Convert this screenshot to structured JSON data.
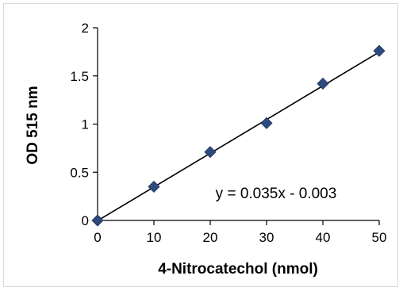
{
  "chart_data": {
    "type": "scatter",
    "title": "",
    "xlabel": "4-Nitrocatechol (nmol)",
    "ylabel": "OD 515 nm",
    "xlim": [
      0,
      50
    ],
    "ylim": [
      0,
      2
    ],
    "x_ticks": [
      "0",
      "10",
      "20",
      "30",
      "40",
      "50"
    ],
    "y_ticks": [
      "0",
      "0.5",
      "1",
      "1.5",
      "2"
    ],
    "grid": false,
    "legend": "none",
    "series": [
      {
        "x": [
          0,
          10,
          20,
          30,
          40,
          50
        ],
        "y": [
          0.0,
          0.35,
          0.71,
          1.01,
          1.42,
          1.76
        ],
        "marker": "diamond",
        "color": "#2e4a7d"
      }
    ],
    "trendline": {
      "slope": 0.035,
      "intercept": -0.003,
      "color": "#000000",
      "equation": "y = 0.035x - 0.003"
    }
  }
}
